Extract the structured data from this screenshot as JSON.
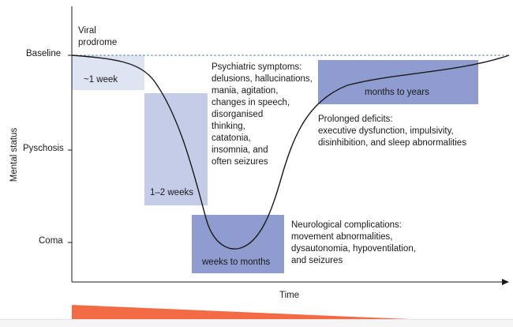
{
  "axes": {
    "y_title": "Mental status",
    "x_title": "Time",
    "y_levels": [
      "Baseline",
      "Pyschosis",
      "Coma"
    ]
  },
  "phases": [
    {
      "duration": "~1 week",
      "color": "#dfe4f3"
    },
    {
      "duration": "1–2 weeks",
      "color": "#c4cce8"
    },
    {
      "duration": "weeks to months",
      "color": "#8f9ccf"
    },
    {
      "duration": "months to years",
      "color": "#8f9ccf"
    }
  ],
  "annotations": {
    "prodrome_line1": "Viral",
    "prodrome_line2": "prodrome",
    "psychiatric": [
      "Psychiatric symptoms:",
      "delusions, hallucinations,",
      "mania, agitation,",
      "changes in speech,",
      "disorganised",
      "thinking,",
      "catatonia,",
      "insomnia, and",
      "often seizures"
    ],
    "neurological": [
      "Neurological complications:",
      "movement abnormalities,",
      "dysautonomia, hypoventilation,",
      "and seizures"
    ],
    "prolonged": [
      "Prolonged deficits:",
      "executive dysfunction, impulsivity,",
      "disinhibition, and sleep abnormalities"
    ]
  },
  "colors": {
    "curve": "#1a1a1a",
    "baseline_dash": "#5b87b0",
    "wedge": "#f26b45",
    "wedge_dash": "#f26b45"
  }
}
